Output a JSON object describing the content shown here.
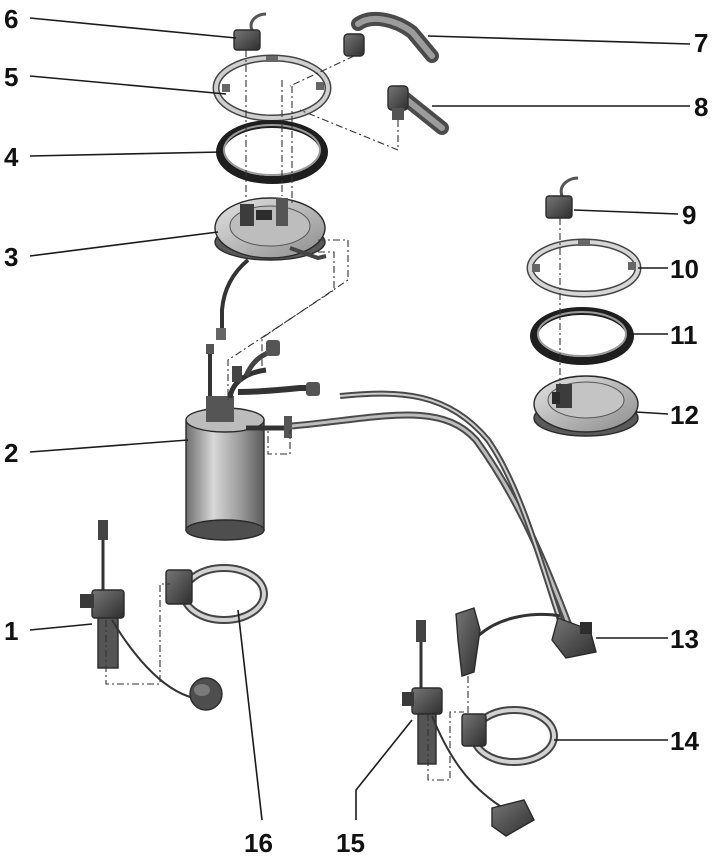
{
  "callouts": {
    "c1": "1",
    "c2": "2",
    "c3": "3",
    "c4": "4",
    "c5": "5",
    "c6": "6",
    "c7": "7",
    "c8": "8",
    "c9": "9",
    "c10": "10",
    "c11": "11",
    "c12": "12",
    "c13": "13",
    "c14": "14",
    "c15": "15",
    "c16": "16"
  },
  "colors": {
    "part_dark": "#3c3c3c",
    "part_mid": "#8a8a8a",
    "part_light": "#cfcfcf",
    "line": "#1a1a1a"
  }
}
